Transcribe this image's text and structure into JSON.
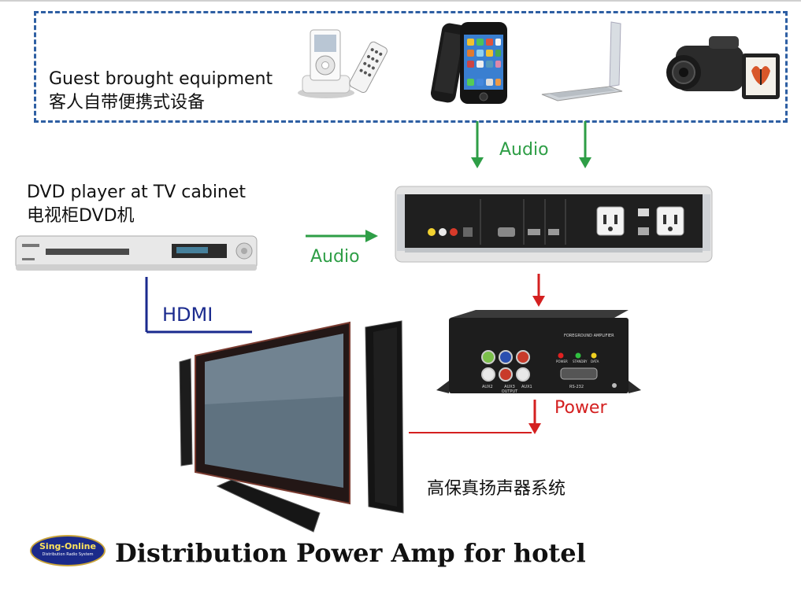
{
  "guest": {
    "title_en": "Guest brought equipment",
    "title_cn": "客人自带便携式设备"
  },
  "dvd": {
    "title_en": "DVD player at TV cabinet",
    "title_cn": "电视柜DVD机"
  },
  "links": {
    "audio_top": "Audio",
    "audio_mid": "Audio",
    "hdmi": "HDMI",
    "power": "Power"
  },
  "speakers_cn": "高保真扬声器系统",
  "footer": {
    "title": "Distribution Power Amp for hotel",
    "logo_main": "Sing-Online",
    "logo_sub": "Distribution Radio System"
  },
  "amp": {
    "header": "FOREGROUND AMPLIFIER",
    "leds": [
      "POWER",
      "STANDBY",
      "DATA"
    ],
    "port_labels": [
      "AUX2",
      "AUX3 OUTPUT",
      "AUX1",
      "RS-232"
    ]
  },
  "colors": {
    "guest_border": "#2e5fa3",
    "audio_arrow": "#2e9e46",
    "power_arrow": "#d42020",
    "hdmi_line": "#1a2a8e"
  }
}
